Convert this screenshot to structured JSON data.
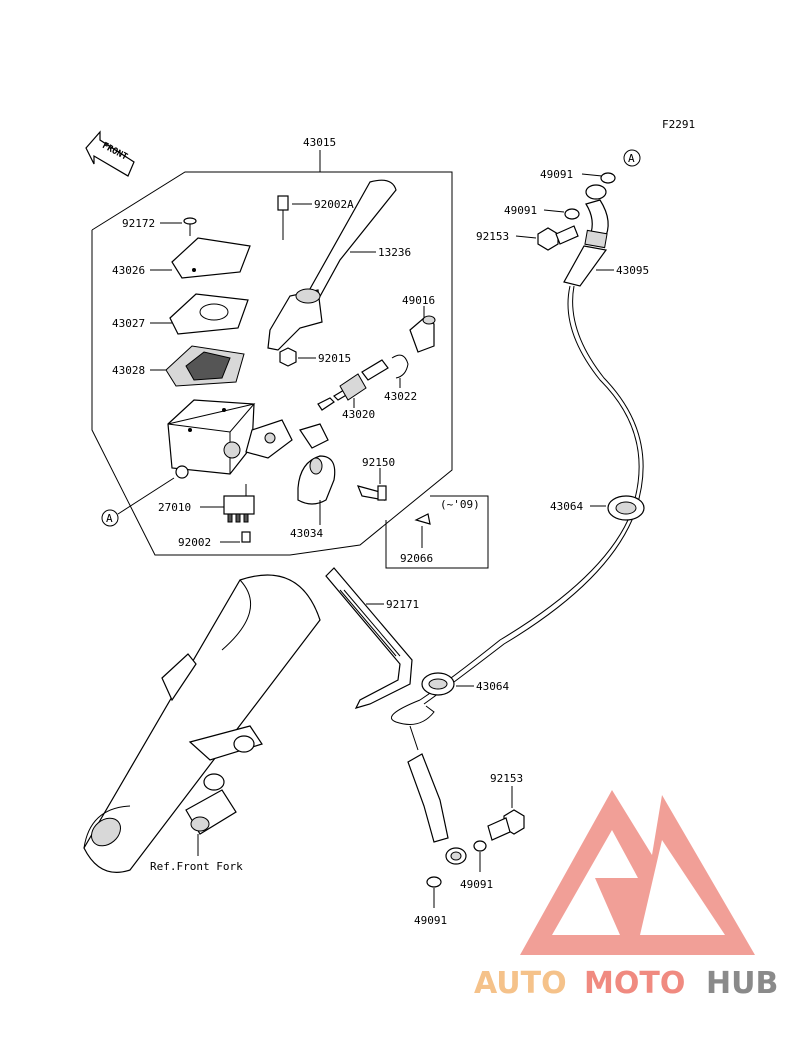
{
  "diagram_code": "F2291",
  "front_label": "FRONT",
  "callout_letter": "A",
  "note_text": "(~'09)",
  "ref_text": "Ref.Front Fork",
  "labels": {
    "p43015": "43015",
    "p92172": "92172",
    "p92002A": "92002A",
    "p13236": "13236",
    "p43026": "43026",
    "p43027": "43027",
    "p49016": "49016",
    "p43028": "43028",
    "p92015": "92015",
    "p43022": "43022",
    "p43020": "43020",
    "p92150": "92150",
    "p27010": "27010",
    "p43034": "43034",
    "p92002": "92002",
    "p92066": "92066",
    "p49091_top1": "49091",
    "p49091_top2": "49091",
    "p92153_top": "92153",
    "p43095": "43095",
    "p43064_top": "43064",
    "p92171": "92171",
    "p43064_bot": "43064",
    "p92153_bot": "92153",
    "p49091_bot1": "49091",
    "p49091_bot2": "49091"
  },
  "watermark": {
    "auto": "AUTO",
    "moto": "MOTO",
    "hub": "HUB",
    "color_auto": "#f5c28a",
    "color_moto": "#f08a80",
    "color_hub": "#8a8a8a",
    "color_logo": "#ef8f86"
  }
}
